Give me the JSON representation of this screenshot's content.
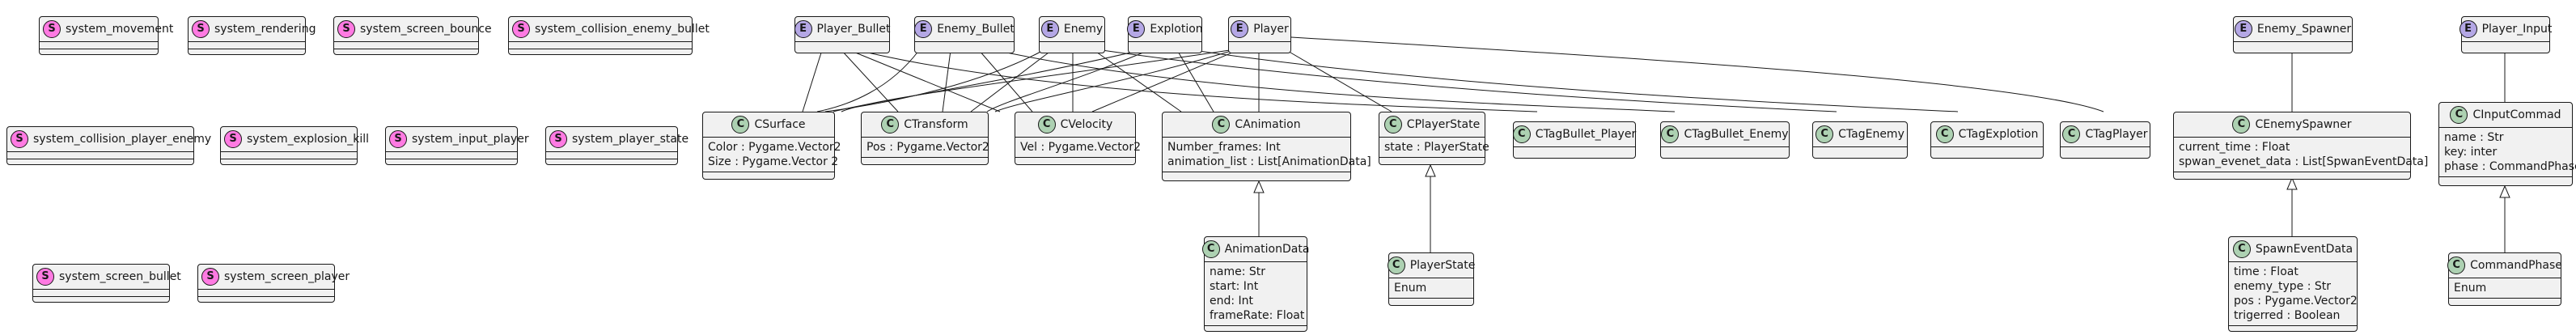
{
  "stereotypes": {
    "class": "C",
    "entity": "E",
    "system": "S"
  },
  "systems": [
    "system_movement",
    "system_rendering",
    "system_screen_bounce",
    "system_collision_enemy_bullet",
    "system_collision_player_enemy",
    "system_explosion_kill",
    "system_input_player",
    "system_player_state",
    "system_screen_bullet",
    "system_screen_player"
  ],
  "entities": [
    "Player_Bullet",
    "Enemy_Bullet",
    "Enemy",
    "Explotion",
    "Player",
    "Enemy_Spawner",
    "Player_Input"
  ],
  "components": {
    "csurface": {
      "name": "CSurface",
      "fields": [
        "Color : Pygame.Vector2",
        "Size : Pygame.Vector 2"
      ]
    },
    "ctransform": {
      "name": "CTransform",
      "fields": [
        "Pos : Pygame.Vector2"
      ]
    },
    "cvelocity": {
      "name": "CVelocity",
      "fields": [
        "Vel : Pygame.Vector2"
      ]
    },
    "canimation": {
      "name": "CAnimation",
      "fields": [
        "Number_frames: Int",
        "animation_list : List[AnimationData]"
      ]
    },
    "cplayerstate": {
      "name": "CPlayerState",
      "fields": [
        "state : PlayerState"
      ]
    },
    "ctagbullet_player": {
      "name": "CTagBullet_Player"
    },
    "ctagbullet_enemy": {
      "name": "CTagBullet_Enemy"
    },
    "ctagenemy": {
      "name": "CTagEnemy"
    },
    "ctagexplotion": {
      "name": "CTagExplotion"
    },
    "ctagplayer": {
      "name": "CTagPlayer"
    },
    "cenemyspawner": {
      "name": "CEnemySpawner",
      "fields": [
        "current_time : Float",
        "spwan_evenet_data : List[SpwanEventData]"
      ]
    },
    "cinputcommad": {
      "name": "CInputCommad",
      "fields": [
        "name : Str",
        "key: inter",
        "phase : CommandPhase"
      ]
    },
    "animationdata": {
      "name": "AnimationData",
      "fields": [
        "name: Str",
        "start: Int",
        "end: Int",
        "frameRate: Float"
      ]
    },
    "playerstate": {
      "name": "PlayerState",
      "fields": [
        "Enum"
      ]
    },
    "spawneventdata": {
      "name": "SpawnEventData",
      "fields": [
        "time : Float",
        "enemy_type : Str",
        "pos : Pygame.Vector2",
        "trigerred : Boolean"
      ]
    },
    "commandphase": {
      "name": "CommandPhase",
      "fields": [
        "Enum"
      ]
    }
  }
}
